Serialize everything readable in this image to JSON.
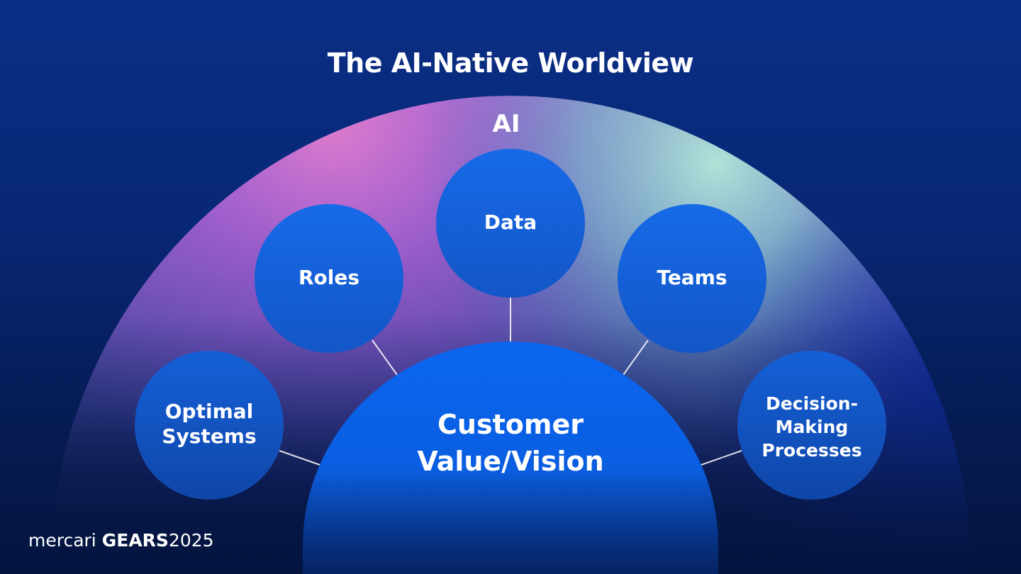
{
  "title": "The AI-Native Worldview",
  "outer_label": "AI",
  "center": {
    "line1": "Customer",
    "line2": "Value/Vision"
  },
  "nodes": {
    "data": {
      "lines": [
        "Data"
      ]
    },
    "roles": {
      "lines": [
        "Roles"
      ]
    },
    "teams": {
      "lines": [
        "Teams"
      ]
    },
    "optimal_systems": {
      "lines": [
        "Optimal",
        "Systems"
      ]
    },
    "decision_making": {
      "lines": [
        "Decision-",
        "Making",
        "Processes"
      ]
    }
  },
  "brand": {
    "name": "mercari",
    "event": "GEARS",
    "year": "2025"
  },
  "colors": {
    "background": "#082774",
    "node_fill": "#1565e0",
    "center_fill": "#0a63ea",
    "arc_pink": "#e38ad0",
    "arc_purple": "#8a5ad6",
    "arc_teal": "#9fdccf",
    "connector": "#ffffff"
  }
}
